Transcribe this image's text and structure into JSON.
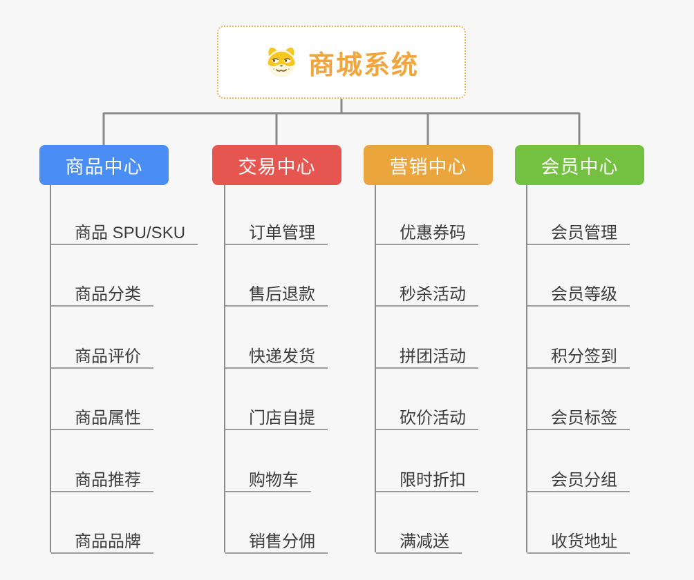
{
  "root": {
    "title": "商城系统",
    "icon": "dog-face-icon"
  },
  "colors": {
    "background": "#f7f7f7",
    "connector": "#8a8a8a",
    "underline": "#9b9b9b",
    "root_border": "#efb35e",
    "root_text": "#f0a63c",
    "item_text": "#3c3c3c",
    "branch_text": "#ffffff"
  },
  "branches": [
    {
      "label": "商品中心",
      "color": "#4a8ef5",
      "items": [
        "商品 SPU/SKU",
        "商品分类",
        "商品评价",
        "商品属性",
        "商品推荐",
        "商品品牌"
      ]
    },
    {
      "label": "交易中心",
      "color": "#e4564f",
      "items": [
        "订单管理",
        "售后退款",
        "快递发货",
        "门店自提",
        "购物车",
        "销售分佣"
      ]
    },
    {
      "label": "营销中心",
      "color": "#eba53d",
      "items": [
        "优惠券码",
        "秒杀活动",
        "拼团活动",
        "砍价活动",
        "限时折扣",
        "满减送"
      ]
    },
    {
      "label": "会员中心",
      "color": "#74c040",
      "items": [
        "会员管理",
        "会员等级",
        "积分签到",
        "会员标签",
        "会员分组",
        "收货地址"
      ]
    }
  ]
}
